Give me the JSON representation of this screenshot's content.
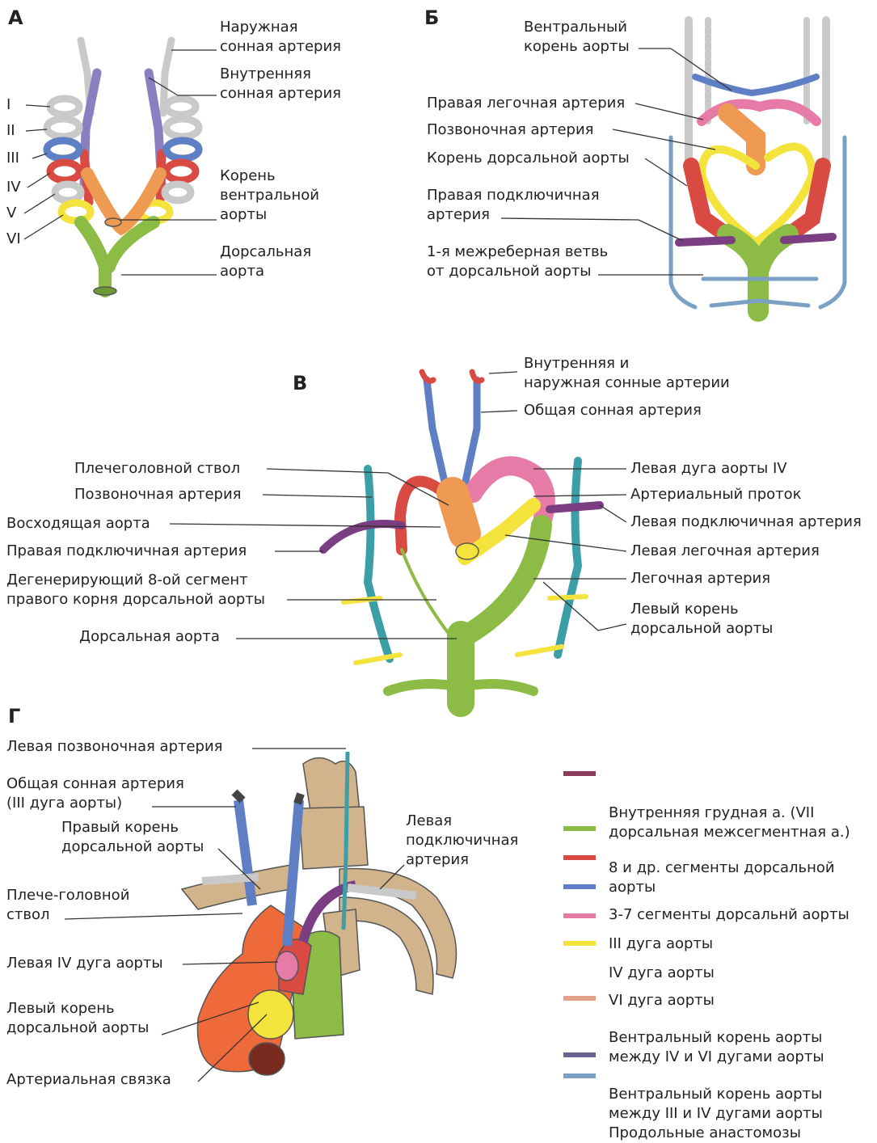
{
  "colors": {
    "gray": "#c9c9c9",
    "blue": "#5f7fc4",
    "red": "#d94a43",
    "orange": "#ef9a52",
    "yellow": "#f4e33d",
    "green": "#8cbc46",
    "pink": "#e77ba7",
    "purple": "#7b3e83",
    "teal": "#3c9fa8",
    "bone": "#d2b48c",
    "aorta": "#ee6a3a",
    "lightblue": "#7aa0c4"
  },
  "panels": [
    "А",
    "Б",
    "В",
    "Г"
  ],
  "panelA": {
    "arches": [
      "I",
      "II",
      "III",
      "IV",
      "V",
      "VI"
    ],
    "labels": [
      "Наружная\nсонная артерия",
      "Внутренняя\nсонная артерия",
      "Корень\nвентральной\nаорты",
      "Дорсальная\nаорта"
    ]
  },
  "panelB": {
    "labels": [
      "Вентральный\nкорень аорты",
      "Правая легочная артерия",
      "Позвоночная артерия",
      "Корень дорсальной аорты",
      "Правая подключичная\nартерия",
      "1-я межреберная ветвь\nот дорсальной аорты"
    ]
  },
  "panelV": {
    "labels": {
      "carotids": "Внутренняя и\nнаружная сонные артерии",
      "common_carotid": "Общая сонная артерия",
      "brachio": "Плечеголовной ствол",
      "vertebral": "Позвоночная артерия",
      "ascending": "Восходящая аорта",
      "right_subclavian": "Правая подключичная артерия",
      "degenerating": "Дегенерирующий 8-ой сегмент\nправого корня дорсальной аорты",
      "dorsal": "Дорсальная аорта",
      "left_arch": "Левая дуга аорты IV",
      "ductus": "Артериальный проток",
      "left_subclavian": "Левая подключичная артерия",
      "left_pulm": "Левая легочная артерия",
      "pulm": "Легочная артерия",
      "left_root": "Левый корень\nдорсальной аорты"
    }
  },
  "panelG": {
    "labels": {
      "left_vertebral": "Левая позвоночная артерия",
      "common_carotid": "Общая сонная артерия\n(III дуга аорты)",
      "right_root": "Правый корень\nдорсальной аорты",
      "brachio": "Плече-головной\nствол",
      "left_iv": "Левая IV дуга аорты",
      "left_root": "Левый корень\nдорсальной аорты",
      "lig": "Артериальная связка",
      "left_subclavian": "Левая\nподключичная\nартерия"
    }
  },
  "legend": [
    {
      "text": "Внутренняя грудная а. (VII\nдорсальная межсегментная а.)",
      "color": "#8e3a5a"
    },
    {
      "text": "8 и др. сегменты дорсальной\nаорты",
      "color": "#8cbc46"
    },
    {
      "text": "3-7 сегменты дорсальнй аорты",
      "color": "#d94a43"
    },
    {
      "text": "III дуга аорты",
      "color": "#5f7fc4"
    },
    {
      "text": "IV дуга аорты",
      "color": "#e77ba7"
    },
    {
      "text": "VI дуга аорты",
      "color": "#f4e33d"
    },
    {
      "text": "Вентральный корень аорты\nмежду IV и VI дугами аорты",
      "color": "#e5a08a"
    },
    {
      "text": "Вентральный корень аорты\nмежду III и IV дугами аорты",
      "color": "#6a6494"
    },
    {
      "text": "Продольные анастомозы",
      "color": "#7aa0c4"
    }
  ]
}
